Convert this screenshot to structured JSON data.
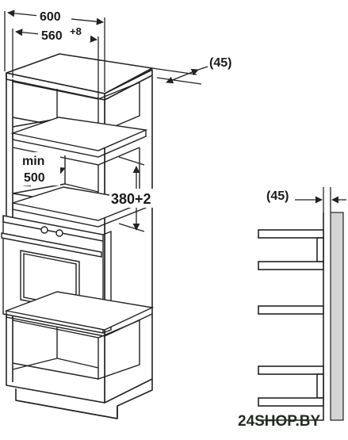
{
  "colors": {
    "line": "#222222",
    "cabinet_fill": "#ffffff",
    "wall_fill": "#d4d4d4",
    "watermark": "#1f2d1f"
  },
  "dimensions": {
    "cabinet_width": "600",
    "niche_width": "560",
    "niche_width_tolerance": "+8",
    "top_depth": "(45)",
    "min_label": "min",
    "min_value": "500",
    "niche_height": "380+2",
    "side_depth": "(45)"
  },
  "watermark": "24SHOP.BY"
}
